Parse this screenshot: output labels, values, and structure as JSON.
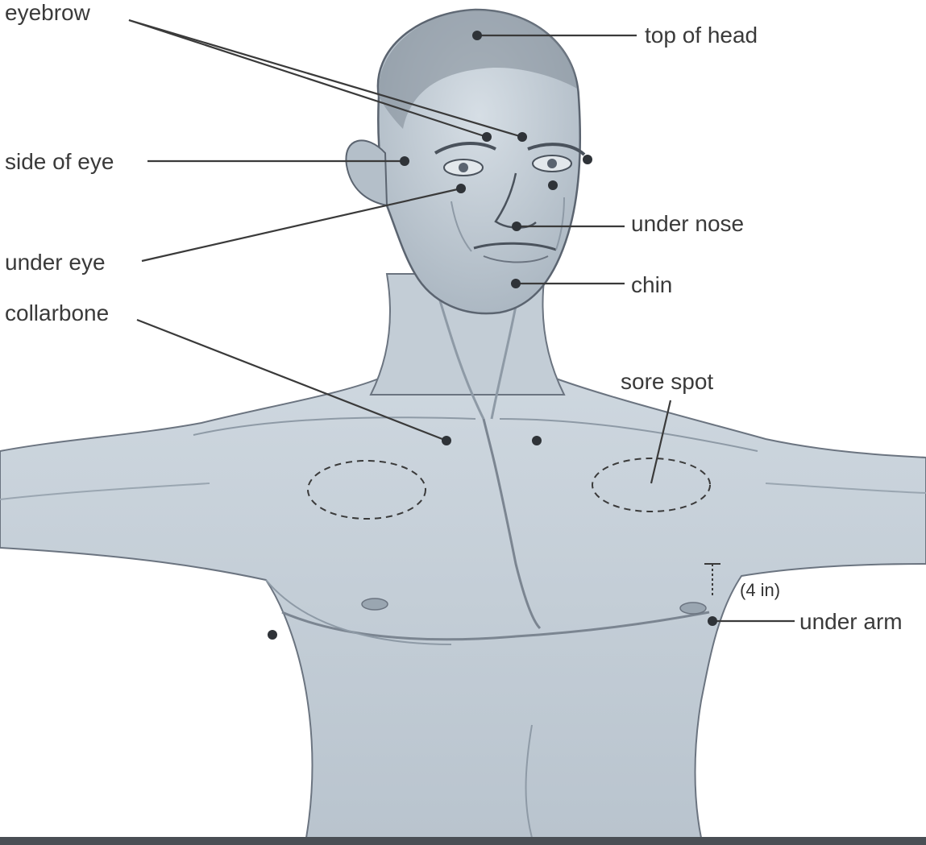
{
  "labels": {
    "eyebrow": "eyebrow",
    "top_of_head": "top of head",
    "side_of_eye": "side of eye",
    "under_nose": "under nose",
    "under_eye": "under eye",
    "chin": "chin",
    "collarbone": "collarbone",
    "sore_spot": "sore spot",
    "measure": "(4 in)",
    "under_arm": "under arm"
  },
  "colors": {
    "skin": "#c9d3dc",
    "skin_shadow": "#8e9aa6",
    "outline": "#5b6470",
    "point": "#2f3338",
    "leader": "#3a3a3a"
  }
}
